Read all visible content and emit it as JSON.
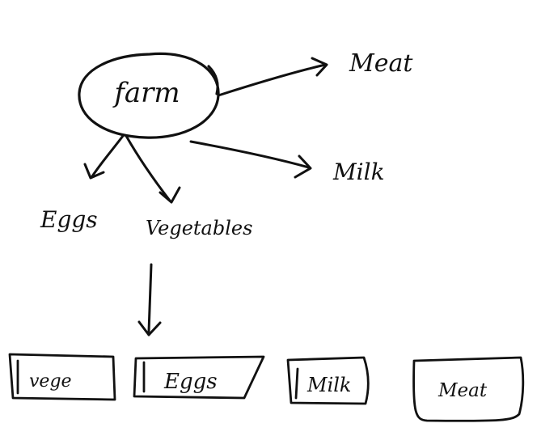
{
  "diagram": {
    "root": {
      "label": "farm"
    },
    "products": [
      {
        "key": "meat",
        "label": "Meat"
      },
      {
        "key": "milk",
        "label": "Milk"
      },
      {
        "key": "eggs",
        "label": "Eggs"
      },
      {
        "key": "vegetables",
        "label": "Vegetables"
      }
    ],
    "boxes": [
      {
        "key": "vege",
        "label": "vege"
      },
      {
        "key": "eggs",
        "label": "Eggs"
      },
      {
        "key": "milk",
        "label": "Milk"
      },
      {
        "key": "meat",
        "label": "Meat"
      }
    ],
    "colors": {
      "ink": "#111111",
      "background": "#ffffff"
    }
  }
}
